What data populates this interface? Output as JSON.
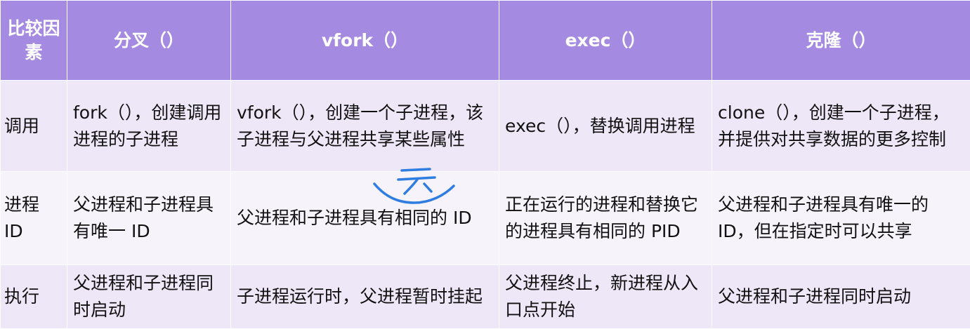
{
  "table": {
    "headers": {
      "factor": "比较因素",
      "fork": "分叉（）",
      "vfork": "vfork（）",
      "exec": "exec（）",
      "clone": "克隆（）"
    },
    "rows": [
      {
        "label": "调用",
        "fork": "fork（），创建调用进程的子进程",
        "vfork": "vfork（），创建一个子进程，该子进程与父进程共享某些属性",
        "exec": "exec（），替换调用进程",
        "clone": "clone（），创建一个子进程，并提供对共享数据的更多控制"
      },
      {
        "label": "进程 ID",
        "fork": "父进程和子进程具有唯一 ID",
        "vfork": "父进程和子进程具有相同的 ID",
        "exec": "正在运行的进程和替换它的进程具有相同的 PID",
        "clone": "父进程和子进程具有唯一的 ID，但在指定时可以共享"
      },
      {
        "label": "执行",
        "fork": "父进程和子进程同时启动",
        "vfork": "子进程运行时，父进程暂时挂起",
        "exec": "父进程终止，新进程从入口点开始",
        "clone": "父进程和子进程同时启动"
      }
    ]
  },
  "annotation": {
    "kind": "handwritten-mark",
    "color": "#2f7de0"
  },
  "colors": {
    "header_bg": "#a48ae0",
    "header_text": "#ffffff",
    "row_odd_bg": "#ede7f7",
    "row_even_bg": "#f6f3fb",
    "body_text": "#111111"
  }
}
